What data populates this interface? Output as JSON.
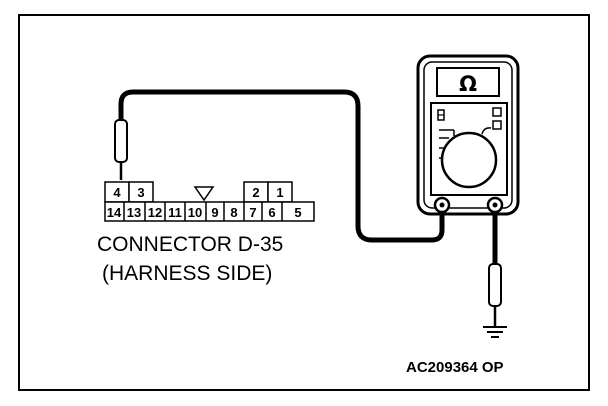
{
  "connector": {
    "label_line1": "CONNECTOR D-35",
    "label_line2": "(HARNESS SIDE)",
    "top_pins": [
      "4",
      "3",
      "2",
      "1"
    ],
    "bottom_pins": [
      "14",
      "13",
      "12",
      "11",
      "10",
      "9",
      "8",
      "7",
      "6",
      "5"
    ]
  },
  "meter": {
    "symbol": "Ω"
  },
  "figure_code": "AC209364 OP"
}
